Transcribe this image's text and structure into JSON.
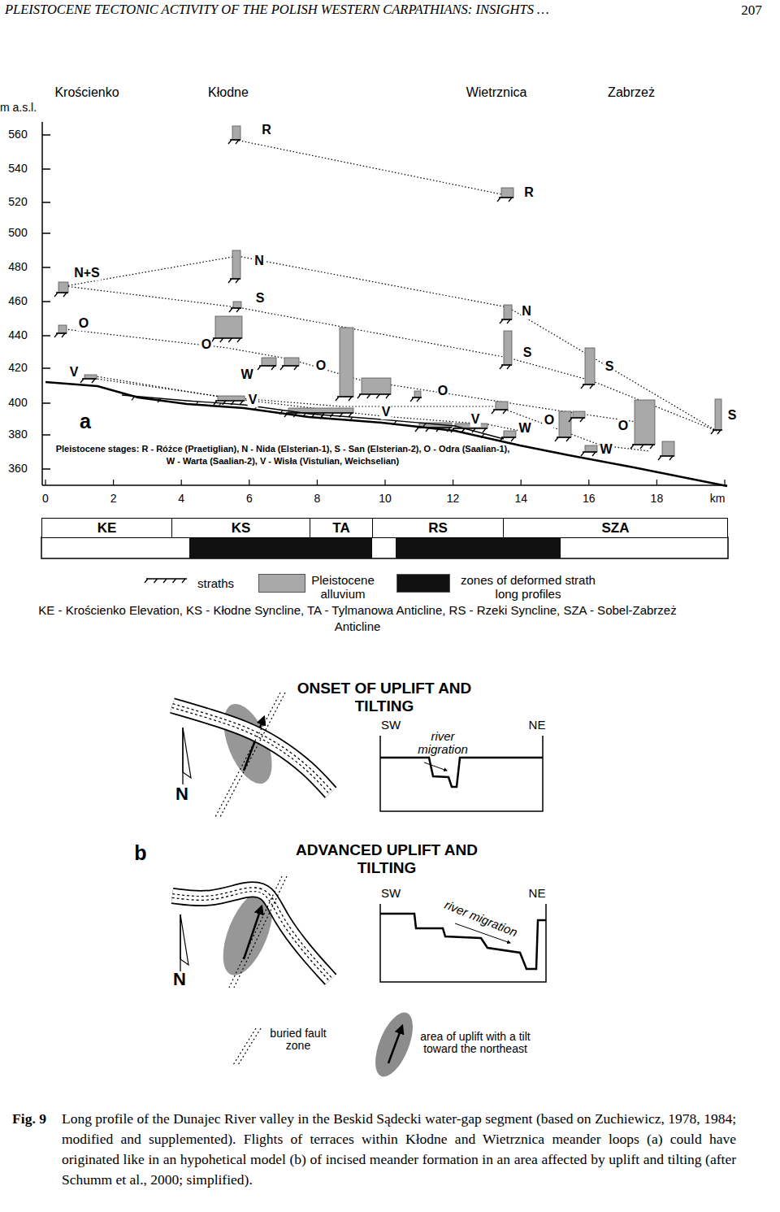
{
  "diagram": {
    "title": "PLEISTOCENE TECTONIC ACTIVITY OF THE POLISH WESTERN CARPATHIANS: INSIGHTS …",
    "caption": "Long profile of the Dunajec River valley in the Beskid Sądecki water-gap segment (based on Zuchiewicz, 1978, 1984; modified and supplemented). Flights of terraces within Kłodne and Wietrznica meander loops (a) could have originated like in an hypohetical model (b) of incised meander formation in an area affected by uplift and tilting (after Schumm et al., 2000; simplified).",
    "nodes": [
      {
        "text": [
          "KE"
        ]
      },
      {
        "text": [
          "KS"
        ]
      },
      {
        "text": [
          "TA"
        ]
      },
      {
        "text": [
          "RS"
        ]
      },
      {
        "text": [
          "SZA"
        ]
      }
    ],
    "labels": [
      "207",
      "m a.s.l.",
      "Krościenko",
      "Kłodne",
      "Wietrznica",
      "Zabrzeż",
      "560",
      "540",
      "520",
      "500",
      "480",
      "460",
      "440",
      "420",
      "400",
      "380",
      "360",
      "0",
      "2",
      "4",
      "6",
      "8",
      "10",
      "12",
      "14",
      "16",
      "18",
      "km",
      "R",
      "R",
      "N+S",
      "N",
      "S",
      "O",
      "O",
      "W",
      "O",
      "V",
      "V",
      "V",
      "V",
      "O",
      "N",
      "S",
      "S",
      "W",
      "O",
      "O",
      "W",
      "S",
      "a",
      "Pleistocene stages: R - Różce (Praetiglian), N - Nida (Elsterian-1), S - San (Elsterian-2), O - Odra (Saalian-1), W - Warta (Saalian-2), V - Wisła (Vistulian, Weichselian)",
      "KE - Krościenko Elevation, KS - Kłodne Syncline, TA - Tylmanowa Anticline, RS - Rzeki Syncline, SZA - Sobel-Zabrzeż Anticline",
      "b",
      "ONSET OF UPLIFT AND TILTING",
      "SW",
      "NE",
      "river migration",
      "ADVANCED UPLIFT AND TILTING",
      "SW",
      "NE",
      "river migration",
      "N",
      "N",
      "Fig. 9"
    ],
    "legend": [
      {
        "text": "straths"
      },
      {
        "text": "Pleistocene alluvium",
        "color": "#a9a9a9"
      },
      {
        "text": "zones of deformed strath long profiles",
        "color": "#111111"
      },
      {
        "text": "buried fault zone"
      },
      {
        "text": "area of uplift with a tilt toward the northeast"
      }
    ]
  }
}
